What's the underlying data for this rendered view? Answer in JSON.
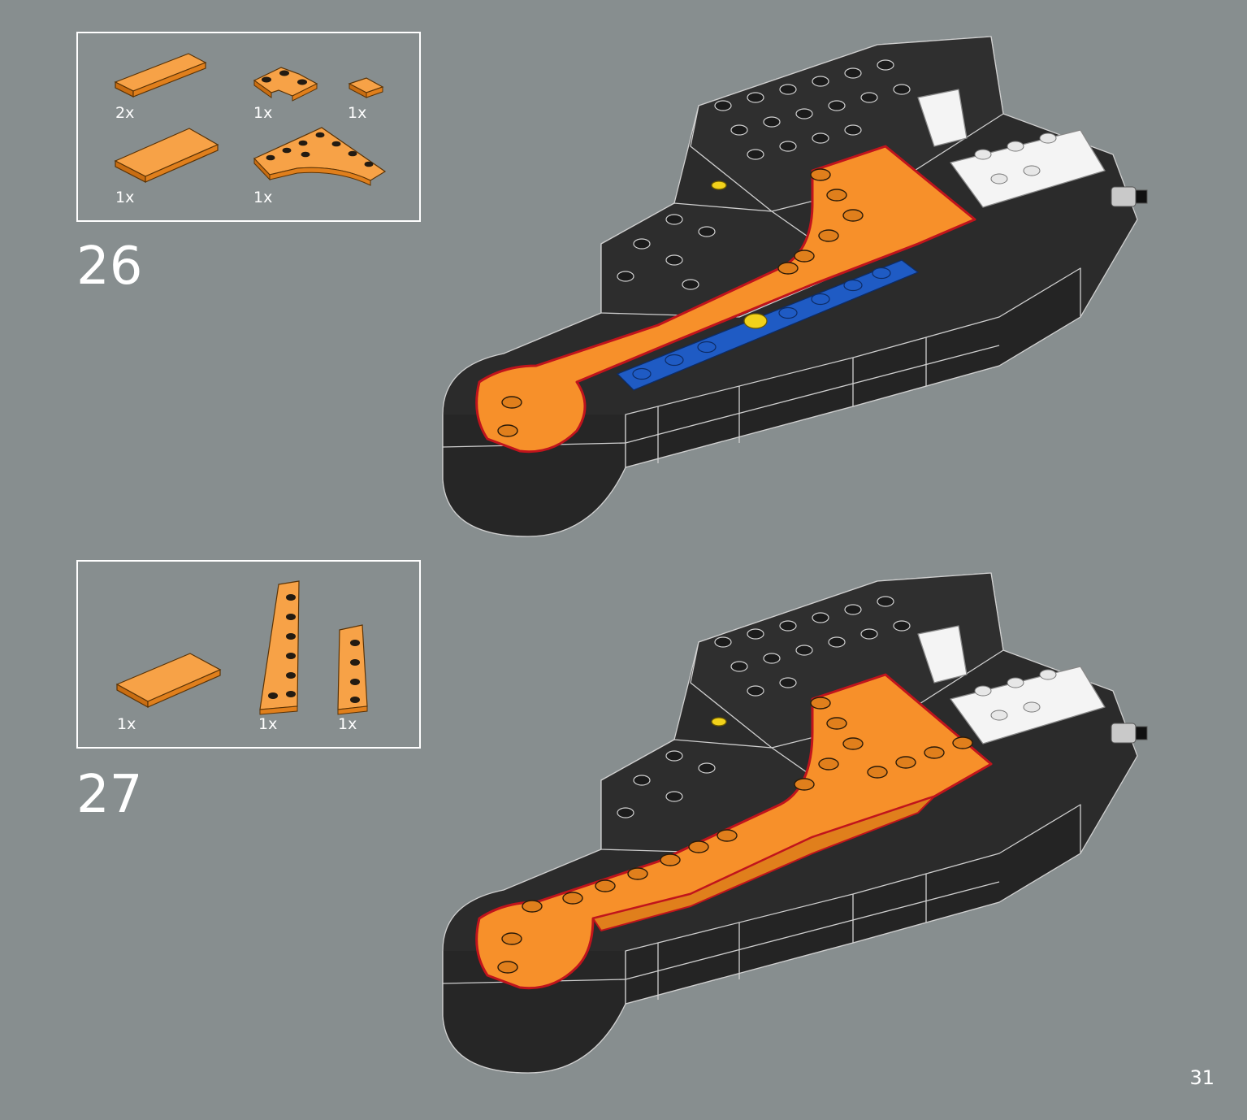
{
  "page_number": "31",
  "colors": {
    "background": "#878e8f",
    "brick_dark": "#2b2b2b",
    "brick_orange": "#f7902a",
    "brick_blue": "#1f5bc4",
    "brick_yellow": "#f2d21b",
    "brick_white": "#f4f4f4",
    "highlight_red": "#c0141c"
  },
  "steps": [
    {
      "number": "26",
      "parts": [
        {
          "qty": "2x",
          "part_icon": "orange-tile-1x4-icon"
        },
        {
          "qty": "1x",
          "part_icon": "orange-corner-plate-icon"
        },
        {
          "qty": "1x",
          "part_icon": "orange-tile-1x1-icon"
        },
        {
          "qty": "1x",
          "part_icon": "orange-tile-2x4-icon"
        },
        {
          "qty": "1x",
          "part_icon": "orange-curved-plate-icon"
        }
      ]
    },
    {
      "number": "27",
      "parts": [
        {
          "qty": "1x",
          "part_icon": "orange-tile-2x4-icon"
        },
        {
          "qty": "1x",
          "part_icon": "orange-wedge-plate-long-icon"
        },
        {
          "qty": "1x",
          "part_icon": "orange-wedge-plate-short-icon"
        }
      ]
    }
  ]
}
